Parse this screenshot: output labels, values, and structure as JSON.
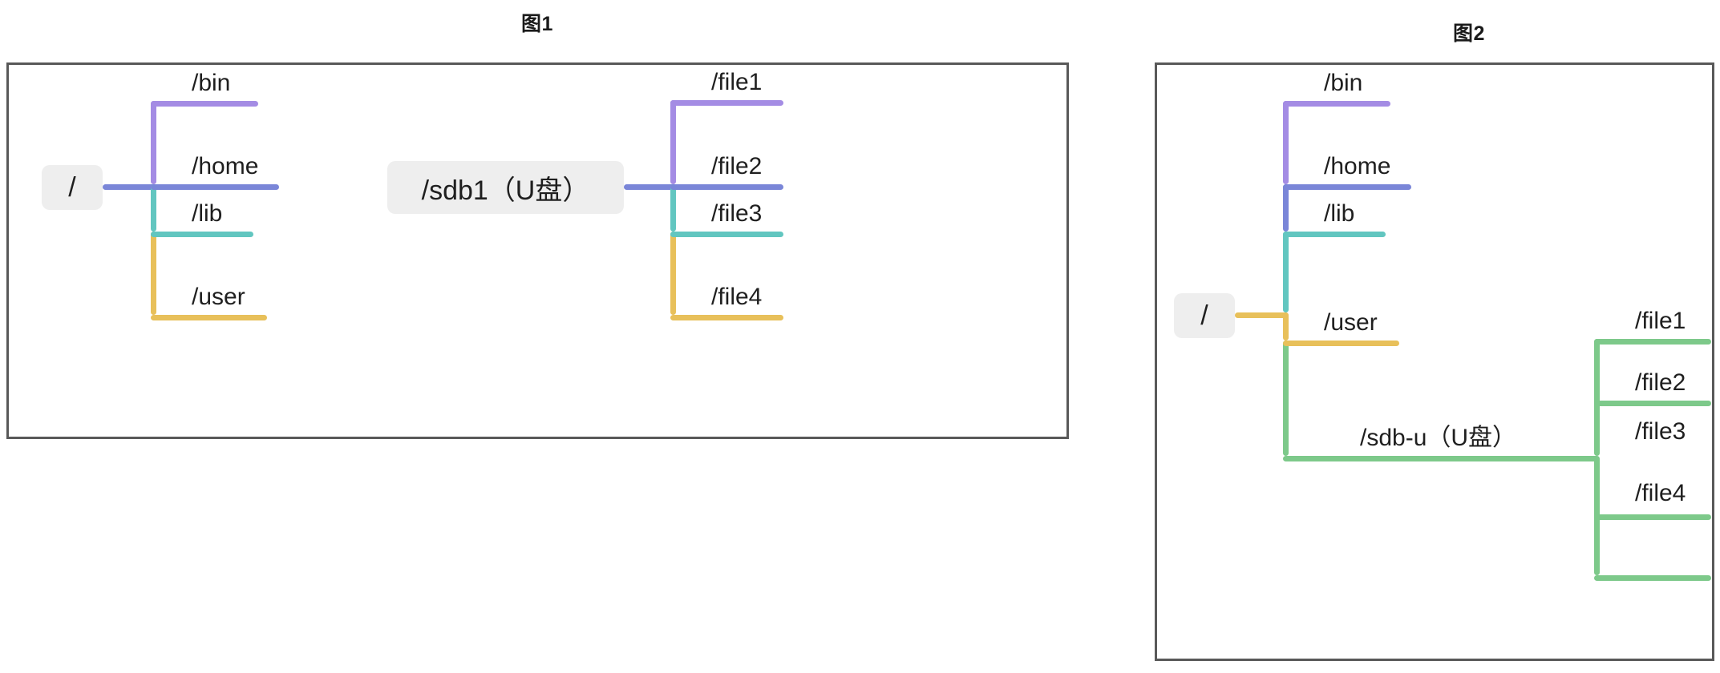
{
  "figures": [
    {
      "id": "fig1",
      "title": "图1",
      "trees": [
        {
          "id": "fig1-root-tree",
          "root": "/",
          "children": [
            {
              "label": "/bin",
              "color": "#a48ce4"
            },
            {
              "label": "/home",
              "color": "#7a86d8"
            },
            {
              "label": "/lib",
              "color": "#62c6c0"
            },
            {
              "label": "/user",
              "color": "#e8c05a"
            }
          ]
        },
        {
          "id": "fig1-sdb1-tree",
          "root": "/sdb1（U盘）",
          "children": [
            {
              "label": "/file1",
              "color": "#a48ce4"
            },
            {
              "label": "/file2",
              "color": "#7a86d8"
            },
            {
              "label": "/file3",
              "color": "#62c6c0"
            },
            {
              "label": "/file4",
              "color": "#e8c05a"
            }
          ]
        }
      ]
    },
    {
      "id": "fig2",
      "title": "图2",
      "trees": [
        {
          "id": "fig2-root-tree",
          "root": "/",
          "children": [
            {
              "label": "/bin",
              "color": "#a48ce4"
            },
            {
              "label": "/home",
              "color": "#7a86d8"
            },
            {
              "label": "/lib",
              "color": "#62c6c0"
            },
            {
              "label": "/user",
              "color": "#e8c05a"
            },
            {
              "label": "/sdb-u（U盘）",
              "color": "#7dc98a"
            }
          ]
        },
        {
          "id": "fig2-sdbu-tree",
          "root": "/sdb-u（U盘）",
          "children": [
            {
              "label": "/file1",
              "color": "#7dc98a"
            },
            {
              "label": "/file2",
              "color": "#7dc98a"
            },
            {
              "label": "/file3",
              "color": "#7dc98a"
            },
            {
              "label": "/file4",
              "color": "#7dc98a"
            }
          ]
        }
      ]
    }
  ],
  "palette": {
    "purple": "#a48ce4",
    "blue": "#7a86d8",
    "teal": "#62c6c0",
    "gold": "#e8c05a",
    "green": "#7dc98a",
    "node_fill": "#eeeeee",
    "panel_border": "#595959",
    "text": "#1f1f1f",
    "background": "#ffffff"
  }
}
